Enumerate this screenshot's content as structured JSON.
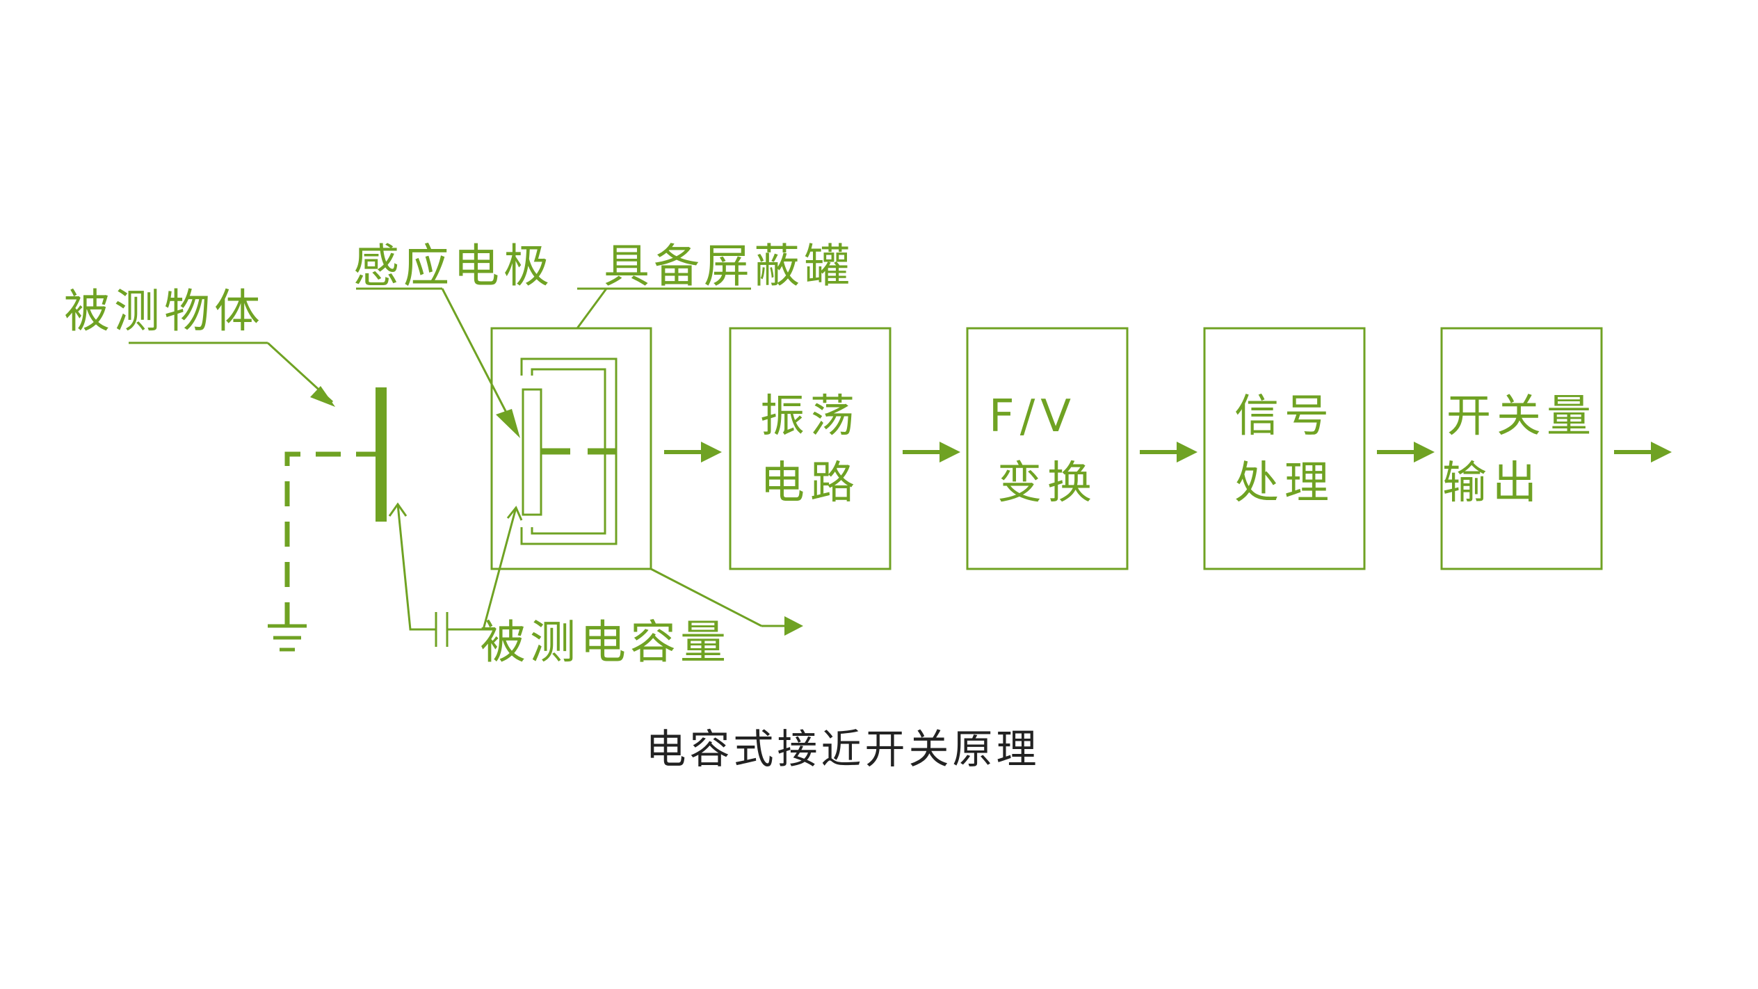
{
  "colors": {
    "accent": "#6fa223",
    "caption": "#222222",
    "background": "#ffffff"
  },
  "labels": {
    "measured_object": "被测物体",
    "sensing_electrode": "感应电极",
    "shield_can": "具备屏蔽罐",
    "measured_capacitance": "被测电容量"
  },
  "blocks": [
    {
      "line1": "振荡",
      "line2": "电路"
    },
    {
      "line1": "F/V",
      "line2": "变换"
    },
    {
      "line1": "信号",
      "line2": "处理"
    },
    {
      "line1": "开关量",
      "line2": "输出"
    }
  ],
  "caption": "电容式接近开关原理"
}
